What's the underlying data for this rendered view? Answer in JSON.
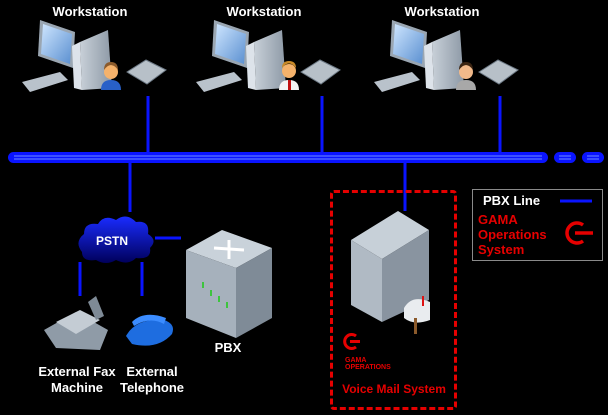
{
  "workstations": [
    {
      "label": "Workstation",
      "user": "user-blue-shirt"
    },
    {
      "label": "Workstation",
      "user": "user-tie"
    },
    {
      "label": "Workstation",
      "user": "user-gray-shirt"
    }
  ],
  "pstn": {
    "label": "PSTN"
  },
  "pbx": {
    "label": "PBX"
  },
  "external_fax": {
    "line1": "External Fax",
    "line2": "Machine"
  },
  "external_phone": {
    "line1": "External",
    "line2": "Telephone"
  },
  "voice_mail": {
    "label": "Voice Mail System",
    "brand_line1": "GAMA",
    "brand_line2": "OPERATIONS"
  },
  "legend": {
    "pbx_line": "PBX Line",
    "gama_line1": "GAMA",
    "gama_line2": "Operations",
    "gama_line3": "System"
  },
  "colors": {
    "pbx_line": "#0a14ff",
    "gama_red": "#e60000",
    "background": "#000000"
  }
}
